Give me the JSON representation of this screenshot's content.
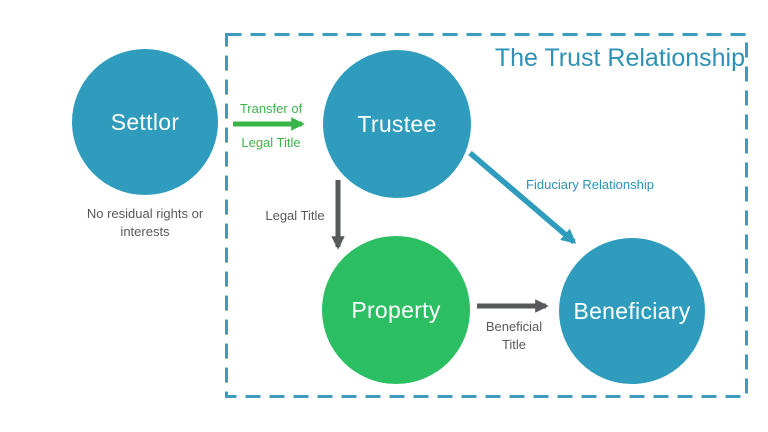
{
  "title": "The Trust Relationship",
  "nodes": {
    "settlor": {
      "label": "Settlor",
      "color": "#2F9CBD"
    },
    "trustee": {
      "label": "Trustee",
      "color": "#2F9CBD"
    },
    "property": {
      "label": "Property",
      "color": "#2BBE62"
    },
    "beneficiary": {
      "label": "Beneficiary",
      "color": "#2F9CBD"
    }
  },
  "edges": {
    "transfer": {
      "line1": "Transfer of",
      "line2": "Legal Title",
      "color": "#3BB54A",
      "from": "settlor",
      "to": "trustee"
    },
    "legal_title": {
      "label": "Legal Title",
      "color": "#58595B",
      "from": "trustee",
      "to": "property"
    },
    "fiduciary": {
      "label": "Fiduciary Relationship",
      "color": "#2F9CBD",
      "from": "trustee",
      "to": "beneficiary"
    },
    "beneficial": {
      "line1": "Beneficial",
      "line2": "Title",
      "color": "#58595B",
      "from": "property",
      "to": "beneficiary"
    }
  },
  "notes": {
    "settlor_note": {
      "line1": "No residual rights or",
      "line2": "interests"
    }
  },
  "colors": {
    "node_teal": "#2F9CBD",
    "node_green": "#2BBE62",
    "arrow_green": "#3BB54A",
    "arrow_gray": "#58595B",
    "arrow_teal": "#2F9CBD",
    "title_teal": "#2D92B5",
    "border_teal": "#3D9CBE",
    "node_text": "#FFFFFF",
    "background": "#FFFFFF"
  }
}
